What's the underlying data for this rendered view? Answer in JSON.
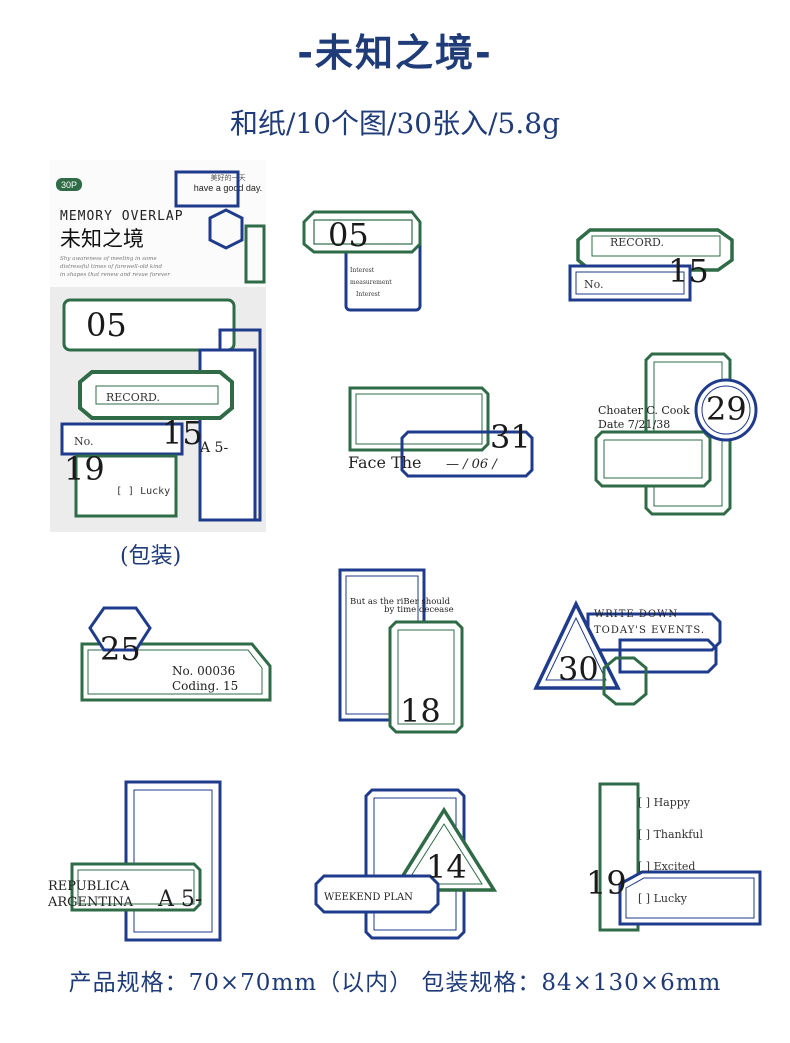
{
  "header": {
    "title": "-未知之境-",
    "subtitle": "和纸/10个图/30张入/5.8g"
  },
  "package": {
    "caption": "(包装)",
    "badge": "30P",
    "tagline_cn": "美好的一天",
    "tagline_en": "have a good day.",
    "brand": "MEMORY OVERLAP",
    "name": "未知之境",
    "blurb_1": "Shy awareness of meeting in some",
    "blurb_2": "distressful times of farewell-old kind",
    "blurb_3": "in shapes that renew and revue forever",
    "num_05": "05",
    "record": "RECORD.",
    "num_15": "15",
    "no": "No.",
    "num_19": "19",
    "lucky": "[ ] Lucky",
    "as": "A 5-"
  },
  "stickers": {
    "s1": {
      "number": "05",
      "line1": "Interest",
      "line2": "measurement",
      "line3": "Interest"
    },
    "s2": {
      "record": "RECORD.",
      "no": "No.",
      "number": "15"
    },
    "s3": {
      "face": "Face The",
      "date": "— / 06 /",
      "number": "31"
    },
    "s4": {
      "line1": "Choater C. Cook",
      "line2": "Date  7/21/38",
      "number": "29"
    },
    "s5": {
      "number": "25",
      "no": "No. 00036",
      "coding": "Coding. 15"
    },
    "s6": {
      "line1": "But as the riBer should",
      "line2": "by time decease",
      "number": "18"
    },
    "s7": {
      "line1": "WRITE DOWN",
      "line2": "TODAY'S EVENTS.",
      "number": "30"
    },
    "s8": {
      "line1": "REPUBLICA",
      "line2": "ARGENTINA",
      "as": "A 5-"
    },
    "s9": {
      "plan": "WEEKEND PLAN",
      "number": "14"
    },
    "s10": {
      "happy": "[ ]  Happy",
      "thankful": "[ ]  Thankful",
      "excited": "[ ]  Excited",
      "lucky": "[ ]  Lucky",
      "number": "19"
    }
  },
  "footer": {
    "text": "产品规格：70×70mm（以内） 包装规格：84×130×6mm"
  },
  "colors": {
    "navy": "#1f3b8c",
    "green": "#2e6b46",
    "text": "#1f3b78"
  }
}
